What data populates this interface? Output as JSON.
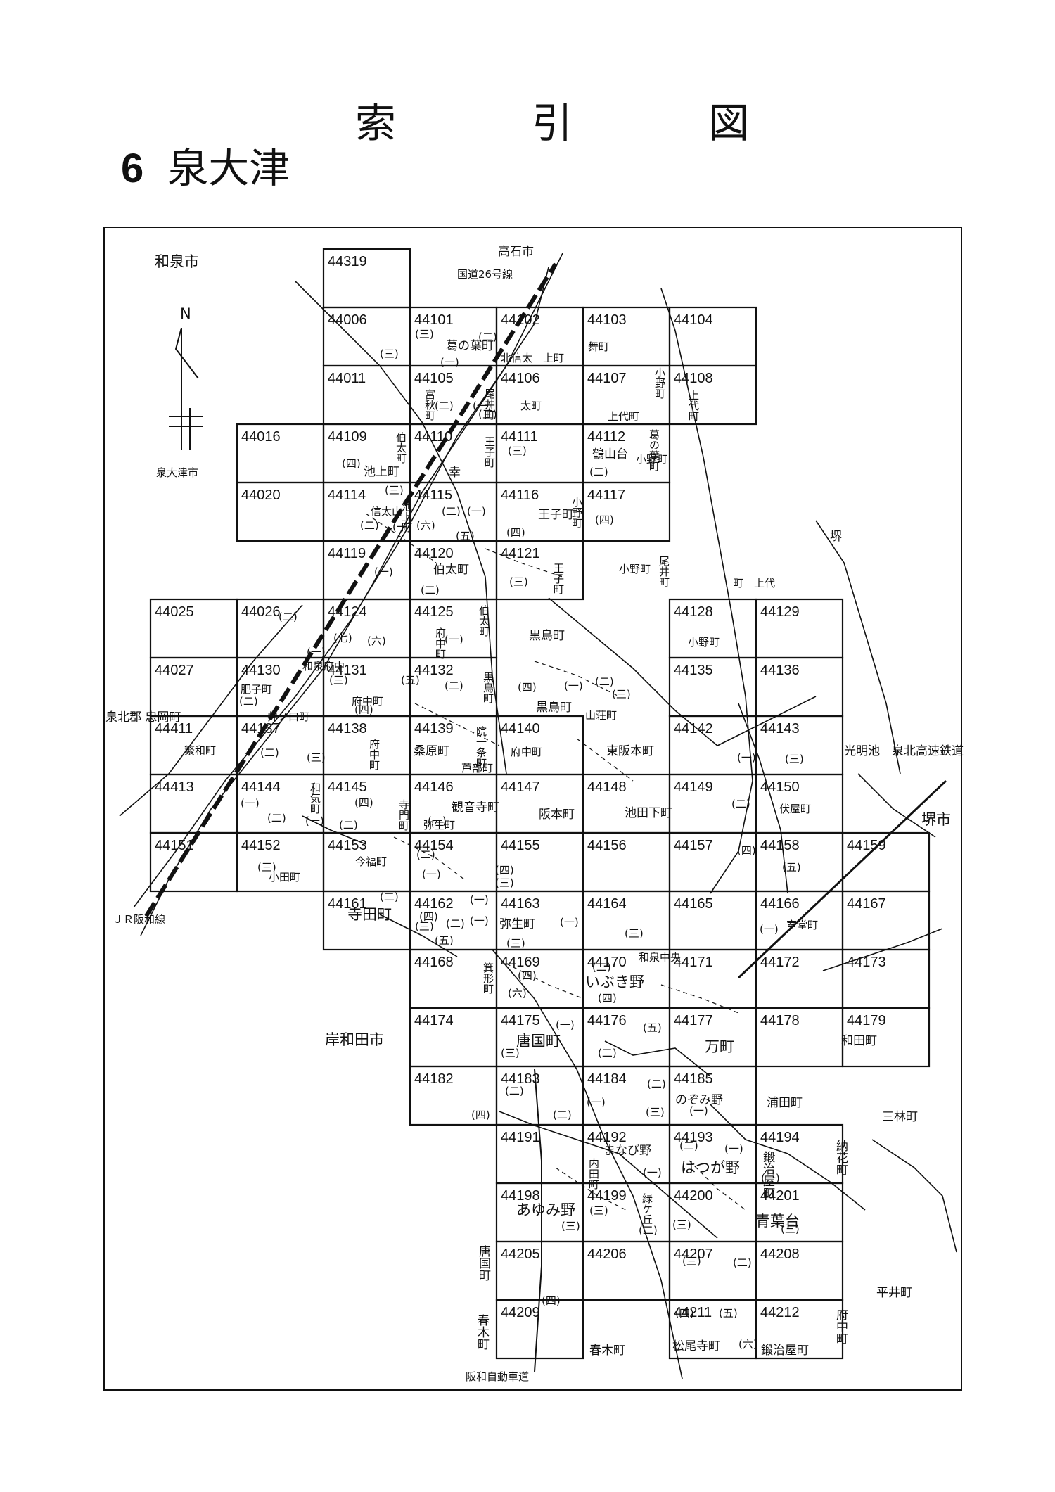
{
  "title": {
    "chars": [
      "索",
      "引",
      "図"
    ]
  },
  "subtitle": {
    "number": "6",
    "name": "泉大津"
  },
  "sheets": [
    {
      "id": "44319",
      "c": 0,
      "r": -1
    },
    {
      "id": "44006",
      "c": 0,
      "r": 0
    },
    {
      "id": "44101",
      "c": 1,
      "r": 0
    },
    {
      "id": "44102",
      "c": 2,
      "r": 0
    },
    {
      "id": "44103",
      "c": 3,
      "r": 0
    },
    {
      "id": "44104",
      "c": 4,
      "r": 0
    },
    {
      "id": "44011",
      "c": 0,
      "r": 1
    },
    {
      "id": "44105",
      "c": 1,
      "r": 1
    },
    {
      "id": "44106",
      "c": 2,
      "r": 1
    },
    {
      "id": "44107",
      "c": 3,
      "r": 1
    },
    {
      "id": "44108",
      "c": 4,
      "r": 1
    },
    {
      "id": "44016",
      "c": -1,
      "r": 2
    },
    {
      "id": "44109",
      "c": 0,
      "r": 2
    },
    {
      "id": "44110",
      "c": 1,
      "r": 2
    },
    {
      "id": "44111",
      "c": 2,
      "r": 2
    },
    {
      "id": "44112",
      "c": 3,
      "r": 2
    },
    {
      "id": "44020",
      "c": -1,
      "r": 3
    },
    {
      "id": "44114",
      "c": 0,
      "r": 3
    },
    {
      "id": "44115",
      "c": 1,
      "r": 3
    },
    {
      "id": "44116",
      "c": 2,
      "r": 3
    },
    {
      "id": "44117",
      "c": 3,
      "r": 3
    },
    {
      "id": "44119",
      "c": 0,
      "r": 4
    },
    {
      "id": "44120",
      "c": 1,
      "r": 4
    },
    {
      "id": "44121",
      "c": 2,
      "r": 4
    },
    {
      "id": "44025",
      "c": -2,
      "r": 5
    },
    {
      "id": "44026",
      "c": -1,
      "r": 5
    },
    {
      "id": "44124",
      "c": 0,
      "r": 5
    },
    {
      "id": "44125",
      "c": 1,
      "r": 5
    },
    {
      "id": "44128",
      "c": 4,
      "r": 5
    },
    {
      "id": "44129",
      "c": 5,
      "r": 5
    },
    {
      "id": "44027",
      "c": -2,
      "r": 6
    },
    {
      "id": "44130",
      "c": -1,
      "r": 6
    },
    {
      "id": "44131",
      "c": 0,
      "r": 6
    },
    {
      "id": "44132",
      "c": 1,
      "r": 6
    },
    {
      "id": "44135",
      "c": 4,
      "r": 6
    },
    {
      "id": "44136",
      "c": 5,
      "r": 6
    },
    {
      "id": "44411",
      "c": -2,
      "r": 7
    },
    {
      "id": "44137",
      "c": -1,
      "r": 7
    },
    {
      "id": "44138",
      "c": 0,
      "r": 7
    },
    {
      "id": "44139",
      "c": 1,
      "r": 7
    },
    {
      "id": "44140",
      "c": 2,
      "r": 7
    },
    {
      "id": "44142",
      "c": 4,
      "r": 7
    },
    {
      "id": "44143",
      "c": 5,
      "r": 7
    },
    {
      "id": "44413",
      "c": -2,
      "r": 8
    },
    {
      "id": "44144",
      "c": -1,
      "r": 8
    },
    {
      "id": "44145",
      "c": 0,
      "r": 8
    },
    {
      "id": "44146",
      "c": 1,
      "r": 8
    },
    {
      "id": "44147",
      "c": 2,
      "r": 8
    },
    {
      "id": "44148",
      "c": 3,
      "r": 8
    },
    {
      "id": "44149",
      "c": 4,
      "r": 8
    },
    {
      "id": "44150",
      "c": 5,
      "r": 8
    },
    {
      "id": "44151",
      "c": -2,
      "r": 9
    },
    {
      "id": "44152",
      "c": -1,
      "r": 9
    },
    {
      "id": "44153",
      "c": 0,
      "r": 9
    },
    {
      "id": "44154",
      "c": 1,
      "r": 9
    },
    {
      "id": "44155",
      "c": 2,
      "r": 9
    },
    {
      "id": "44156",
      "c": 3,
      "r": 9
    },
    {
      "id": "44157",
      "c": 4,
      "r": 9
    },
    {
      "id": "44158",
      "c": 5,
      "r": 9
    },
    {
      "id": "44159",
      "c": 6,
      "r": 9
    },
    {
      "id": "44161",
      "c": 0,
      "r": 10
    },
    {
      "id": "44162",
      "c": 1,
      "r": 10
    },
    {
      "id": "44163",
      "c": 2,
      "r": 10
    },
    {
      "id": "44164",
      "c": 3,
      "r": 10
    },
    {
      "id": "44165",
      "c": 4,
      "r": 10
    },
    {
      "id": "44166",
      "c": 5,
      "r": 10
    },
    {
      "id": "44167",
      "c": 6,
      "r": 10
    },
    {
      "id": "44168",
      "c": 1,
      "r": 11
    },
    {
      "id": "44169",
      "c": 2,
      "r": 11
    },
    {
      "id": "44170",
      "c": 3,
      "r": 11
    },
    {
      "id": "44171",
      "c": 4,
      "r": 11
    },
    {
      "id": "44172",
      "c": 5,
      "r": 11
    },
    {
      "id": "44173",
      "c": 6,
      "r": 11
    },
    {
      "id": "44174",
      "c": 1,
      "r": 12
    },
    {
      "id": "44175",
      "c": 2,
      "r": 12
    },
    {
      "id": "44176",
      "c": 3,
      "r": 12
    },
    {
      "id": "44177",
      "c": 4,
      "r": 12
    },
    {
      "id": "44178",
      "c": 5,
      "r": 12
    },
    {
      "id": "44179",
      "c": 6,
      "r": 12
    },
    {
      "id": "44182",
      "c": 1,
      "r": 13
    },
    {
      "id": "44183",
      "c": 2,
      "r": 13
    },
    {
      "id": "44184",
      "c": 3,
      "r": 13
    },
    {
      "id": "44185",
      "c": 4,
      "r": 13
    },
    {
      "id": "44191",
      "c": 2,
      "r": 14
    },
    {
      "id": "44192",
      "c": 3,
      "r": 14
    },
    {
      "id": "44193",
      "c": 4,
      "r": 14
    },
    {
      "id": "44194",
      "c": 5,
      "r": 14
    },
    {
      "id": "44198",
      "c": 2,
      "r": 15
    },
    {
      "id": "44199",
      "c": 3,
      "r": 15
    },
    {
      "id": "44200",
      "c": 4,
      "r": 15
    },
    {
      "id": "44201",
      "c": 5,
      "r": 15
    },
    {
      "id": "44205",
      "c": 2,
      "r": 16
    },
    {
      "id": "44206",
      "c": 3,
      "r": 16
    },
    {
      "id": "44207",
      "c": 4,
      "r": 16
    },
    {
      "id": "44208",
      "c": 5,
      "r": 16
    },
    {
      "id": "44209",
      "c": 2,
      "r": 17
    },
    {
      "id": "44211",
      "c": 4,
      "r": 17
    },
    {
      "id": "44212",
      "c": 5,
      "r": 17
    }
  ],
  "places": {
    "izumi_city": "和泉市",
    "izumiotsu_city": "泉大津市",
    "takaishi_city": "高石市",
    "sakai": "堺",
    "sakai_city": "堺市",
    "kishiwada_city": "岸和田市",
    "tadaoka": "泉北郡\n忠岡町",
    "route26": "国道26号線",
    "jr_line": "ＪＲ阪和線",
    "semboku_line": "光明池　泉北高速鉄道",
    "hanwa_expressway": "阪和自動車道",
    "north_marker": "N",
    "kuzunoha": "葛の葉町",
    "mai": "舞町",
    "kitashinoda": "北信太",
    "kami": "上町",
    "futo": "太町",
    "onocho1": "小野町",
    "kamishiro1": "上代町",
    "kamishiro2": "上代町",
    "tomiaki": "富秋町",
    "oi1": "尾井町",
    "hakata1": "伯太町",
    "oji1": "王子町",
    "ikegami1": "池上町",
    "kou": "幸",
    "tsuruyamadai": "鶴山台",
    "kuzunoha2": "葛の葉町",
    "onocho2": "小野町",
    "shinodayama": "信太山",
    "ikegami2": "池上町",
    "oji2": "王子町",
    "onocho3": "小野町",
    "hakata2": "伯太町",
    "oji3": "王子町",
    "onocho4": "小野町",
    "oi2": "尾井町",
    "kamishiro3": "町　上代",
    "kurotori1": "黒鳥町",
    "fuchu1": "府中町",
    "hakata3": "伯太町",
    "onocho5": "小野町",
    "izumifuchu": "和泉府中",
    "koshiko": "肥子町",
    "fuchu2": "府中町",
    "kurotori2": "黒鳥町",
    "kurotori3": "黒鳥町",
    "sanso": "山荘町",
    "inokuchi": "井ノ口町",
    "shigewa": "繁和町",
    "fuchu3": "府中町",
    "kuwabara": "桑原町",
    "inchoichijo": "院一条町",
    "fuchu4": "府中町",
    "higashisakamoto": "東阪本町",
    "ashibe": "芦部町",
    "waki": "和気町",
    "teramon": "寺門町",
    "kannonji": "観音寺町",
    "yayoi1": "弥生町",
    "sakamoto": "阪本町",
    "ikedashimo": "池田下町",
    "fuseya": "伏屋町",
    "imafuku": "今福町",
    "koda": "小田町",
    "terada": "寺田町",
    "yayoi2": "弥生町",
    "murodo": "室堂町",
    "minogata": "箕形町",
    "ibukino": "いぶき野",
    "izumichuo": "和泉中央",
    "karakuni1": "唐国町",
    "man": "万町",
    "wada": "和田町",
    "nozomino": "のぞみ野",
    "urata": "浦田町",
    "mitsubayashi": "三林町",
    "manabino": "まなび野",
    "uchida": "内田町",
    "hatsugano": "はつが野",
    "kajiya1": "鍛治屋町",
    "nouka": "納花町",
    "ayumino": "あゆみ野",
    "midorigaoka": "緑ケ丘",
    "aobadai": "青葉台",
    "karakuni2": "唐国町",
    "harugi1": "春木町",
    "harugi2": "春木町",
    "matsuoji": "松尾寺町",
    "kajiya2": "鍛治屋町",
    "fuchu5": "府中町",
    "hirai": "平井町"
  },
  "chome": [
    "(一)",
    "(二)",
    "(三)",
    "(四)",
    "(五)",
    "(六)",
    "(七)"
  ]
}
